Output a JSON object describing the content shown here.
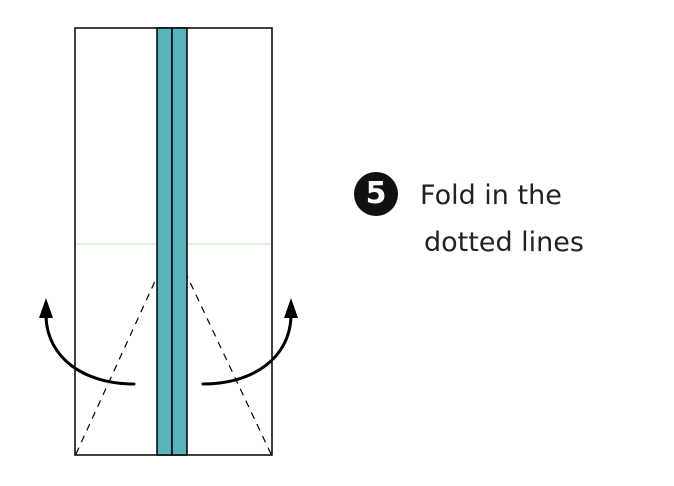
{
  "step": {
    "number": "5",
    "instruction_line_1": "Fold in the",
    "instruction_line_2": "dotted lines"
  },
  "colors": {
    "paper": "#ffffff",
    "outline": "#000000",
    "strip": "#5bb3bd",
    "crease": "#cfe6c7",
    "badge": "#111111"
  },
  "icons": {
    "left_arrow": "curved-arrow-up-left-icon",
    "right_arrow": "curved-arrow-up-right-icon"
  }
}
